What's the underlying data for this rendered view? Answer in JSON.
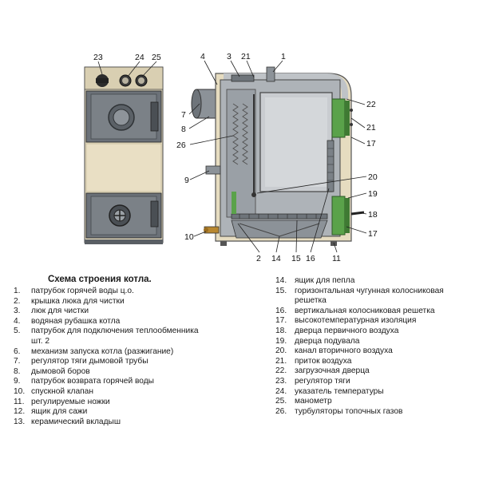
{
  "title": "Схема строения котла.",
  "callouts": {
    "c23": "23",
    "c24": "24",
    "c25": "25",
    "c4": "4",
    "c3": "3",
    "c21a": "21",
    "c1": "1",
    "c22": "22",
    "c21b": "21",
    "c17a": "17",
    "c7": "7",
    "c8": "8",
    "c26": "26",
    "c9": "9",
    "c20": "20",
    "c19": "19",
    "c18": "18",
    "c17b": "17",
    "c10": "10",
    "c2": "2",
    "c14": "14",
    "c15": "15",
    "c16": "16",
    "c11": "11"
  },
  "legend_left": [
    {
      "num": "1.",
      "text": "патрубок горячей воды ц.о."
    },
    {
      "num": "2.",
      "text": "крышка люка для чистки"
    },
    {
      "num": "3.",
      "text": "люк для чистки"
    },
    {
      "num": "4.",
      "text": "водяная рубашка котла"
    },
    {
      "num": "5.",
      "text": "патрубок для подключения теплообменника",
      "text2": "шт. 2"
    },
    {
      "num": "6.",
      "text": "механизм запуска котла (разжигание)"
    },
    {
      "num": "7.",
      "text": "регулятор тяги дымовой трубы"
    },
    {
      "num": "8.",
      "text": "дымовой боров"
    },
    {
      "num": "9.",
      "text": "патрубок возврата горячей воды"
    },
    {
      "num": "10.",
      "text": "спускной клапан"
    },
    {
      "num": "11.",
      "text": "регулируемые ножки"
    },
    {
      "num": "12.",
      "text": "ящик для сажи"
    },
    {
      "num": "13.",
      "text": "керамический вкладыш"
    }
  ],
  "legend_right": [
    {
      "num": "14.",
      "text": "ящик для пепла"
    },
    {
      "num": "15.",
      "text": "горизонтальная чугунная колосниковая",
      "text2": "решетка"
    },
    {
      "num": "16.",
      "text": "вертикальная колосниковая решетка"
    },
    {
      "num": "17.",
      "text": "высокотемпературная изоляция"
    },
    {
      "num": "18.",
      "text": "дверца первичного воздуха"
    },
    {
      "num": "19.",
      "text": "дверца подувала"
    },
    {
      "num": "20.",
      "text": "канал вторичного воздуха"
    },
    {
      "num": "21.",
      "text": "приток воздуха"
    },
    {
      "num": "22.",
      "text": "загрузочная дверца"
    },
    {
      "num": "23.",
      "text": "регулятор тяги"
    },
    {
      "num": "24.",
      "text": "указатель температуры"
    },
    {
      "num": "25.",
      "text": "манометр"
    },
    {
      "num": "26.",
      "text": "турбуляторы топочных газов"
    }
  ],
  "colors": {
    "steel_dark": "#5f666d",
    "steel_mid": "#8b9197",
    "steel_light": "#c3c6c9",
    "beige": "#e6dcc0",
    "green": "#5aa24a",
    "outline": "#333333"
  }
}
